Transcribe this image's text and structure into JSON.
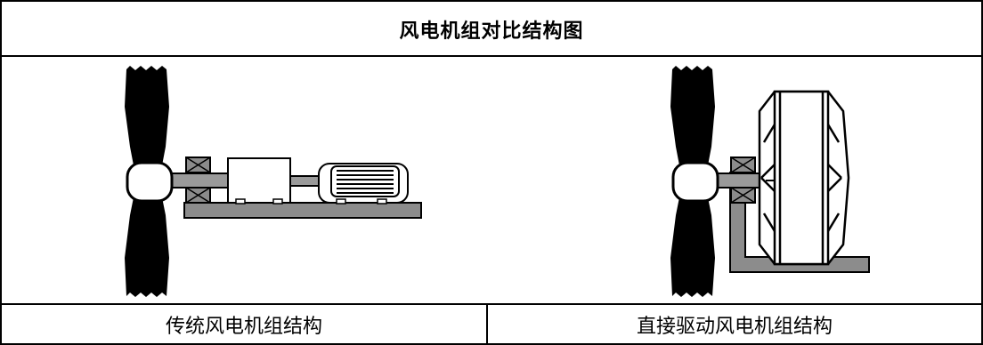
{
  "table": {
    "title": "风电机组对比结构图",
    "captions": {
      "traditional": "传统风电机组结构",
      "direct_drive": "直接驱动风电机组结构"
    }
  },
  "diagrams": {
    "traditional": {
      "components": [
        "blade",
        "hub",
        "bearing",
        "main-shaft",
        "gearbox",
        "coupling-shaft",
        "generator",
        "base-frame"
      ]
    },
    "direct_drive": {
      "components": [
        "blade",
        "hub",
        "bearing",
        "main-shaft",
        "ring-generator",
        "base-frame"
      ]
    }
  }
}
